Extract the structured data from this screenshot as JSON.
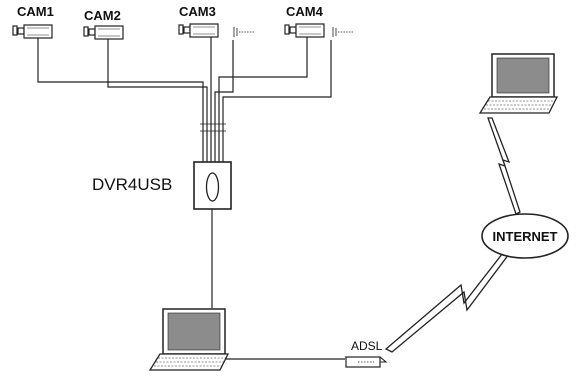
{
  "cameras": [
    {
      "label": "CAM1"
    },
    {
      "label": "CAM2"
    },
    {
      "label": "CAM3"
    },
    {
      "label": "CAM4"
    }
  ],
  "dvr": {
    "label": "DVR4USB"
  },
  "cloud": {
    "label": "INTERNET"
  },
  "modem": {
    "label": "ADSL"
  },
  "icons": {
    "camera": "security-camera-icon",
    "dvr": "dvr-box-icon",
    "laptop": "laptop-icon",
    "modem": "modem-icon",
    "link": "lightning-link-icon"
  },
  "colors": {
    "line": "#222222",
    "screen": "#8c8c8c",
    "background": "#ffffff"
  }
}
